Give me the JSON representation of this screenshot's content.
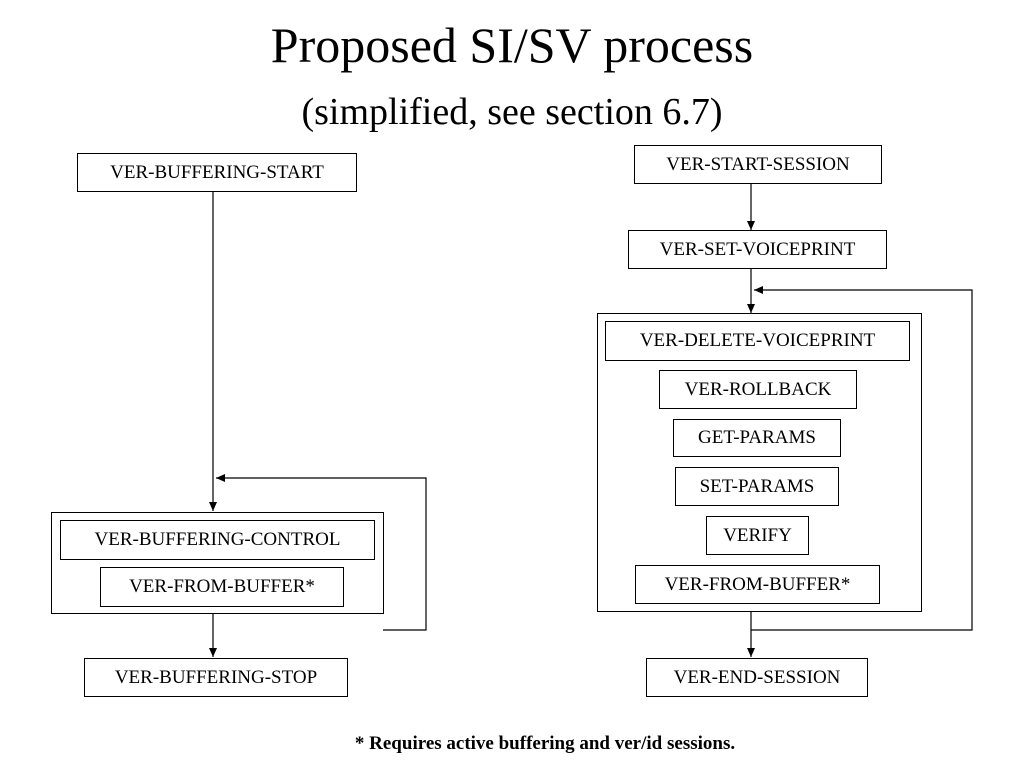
{
  "title": "Proposed SI/SV process",
  "subtitle": "(simplified, see section 6.7)",
  "left_flow": {
    "start": "VER-BUFFERING-START",
    "loop_items": [
      "VER-BUFFERING-CONTROL",
      "VER-FROM-BUFFER*"
    ],
    "end": "VER-BUFFERING-STOP"
  },
  "right_flow": {
    "start": "VER-START-SESSION",
    "set_voiceprint": "VER-SET-VOICEPRINT",
    "loop_items": [
      "VER-DELETE-VOICEPRINT",
      "VER-ROLLBACK",
      "GET-PARAMS",
      "SET-PARAMS",
      "VERIFY",
      "VER-FROM-BUFFER*"
    ],
    "end": "VER-END-SESSION"
  },
  "footnote": "* Requires active buffering and ver/id sessions."
}
